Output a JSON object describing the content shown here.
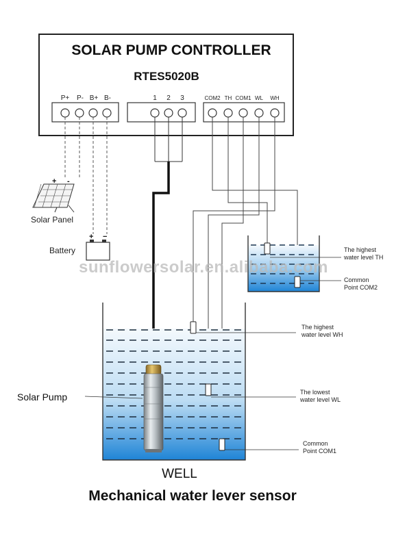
{
  "controller": {
    "title": "SOLAR PUMP CONTROLLER",
    "model": "RTES5020B",
    "power_terminals": [
      "P+",
      "P-",
      "B+",
      "B-"
    ],
    "pump_terminals": [
      "1",
      "2",
      "3"
    ],
    "sensor_terminals": [
      "COM2",
      "TH",
      "COM1",
      "WL",
      "WH"
    ]
  },
  "components": {
    "solar_panel": "Solar Panel",
    "battery": "Battery",
    "battery_plus": "+",
    "battery_minus": "−",
    "solar_plus": "+",
    "solar_minus": "-",
    "solar_pump": "Solar Pump"
  },
  "tank": {
    "highest_line1": "The highest",
    "highest_line2": "water level TH",
    "common_line1": "Common",
    "common_line2": "Point COM2"
  },
  "well": {
    "label": "WELL",
    "highest_line1": "The highest",
    "highest_line2": "water level WH",
    "lowest_line1": "The lowest",
    "lowest_line2": "water level WL",
    "common_line1": "Common",
    "common_line2": "Point COM1"
  },
  "watermark": "sunflowersolar.en.alibaba.com",
  "caption": "Mechanical water lever sensor",
  "colors": {
    "water_top": "#eef6fc",
    "water_bottom": "#1f84d6",
    "watermark": "#bcbcbc",
    "line": "#3a3a3a"
  }
}
